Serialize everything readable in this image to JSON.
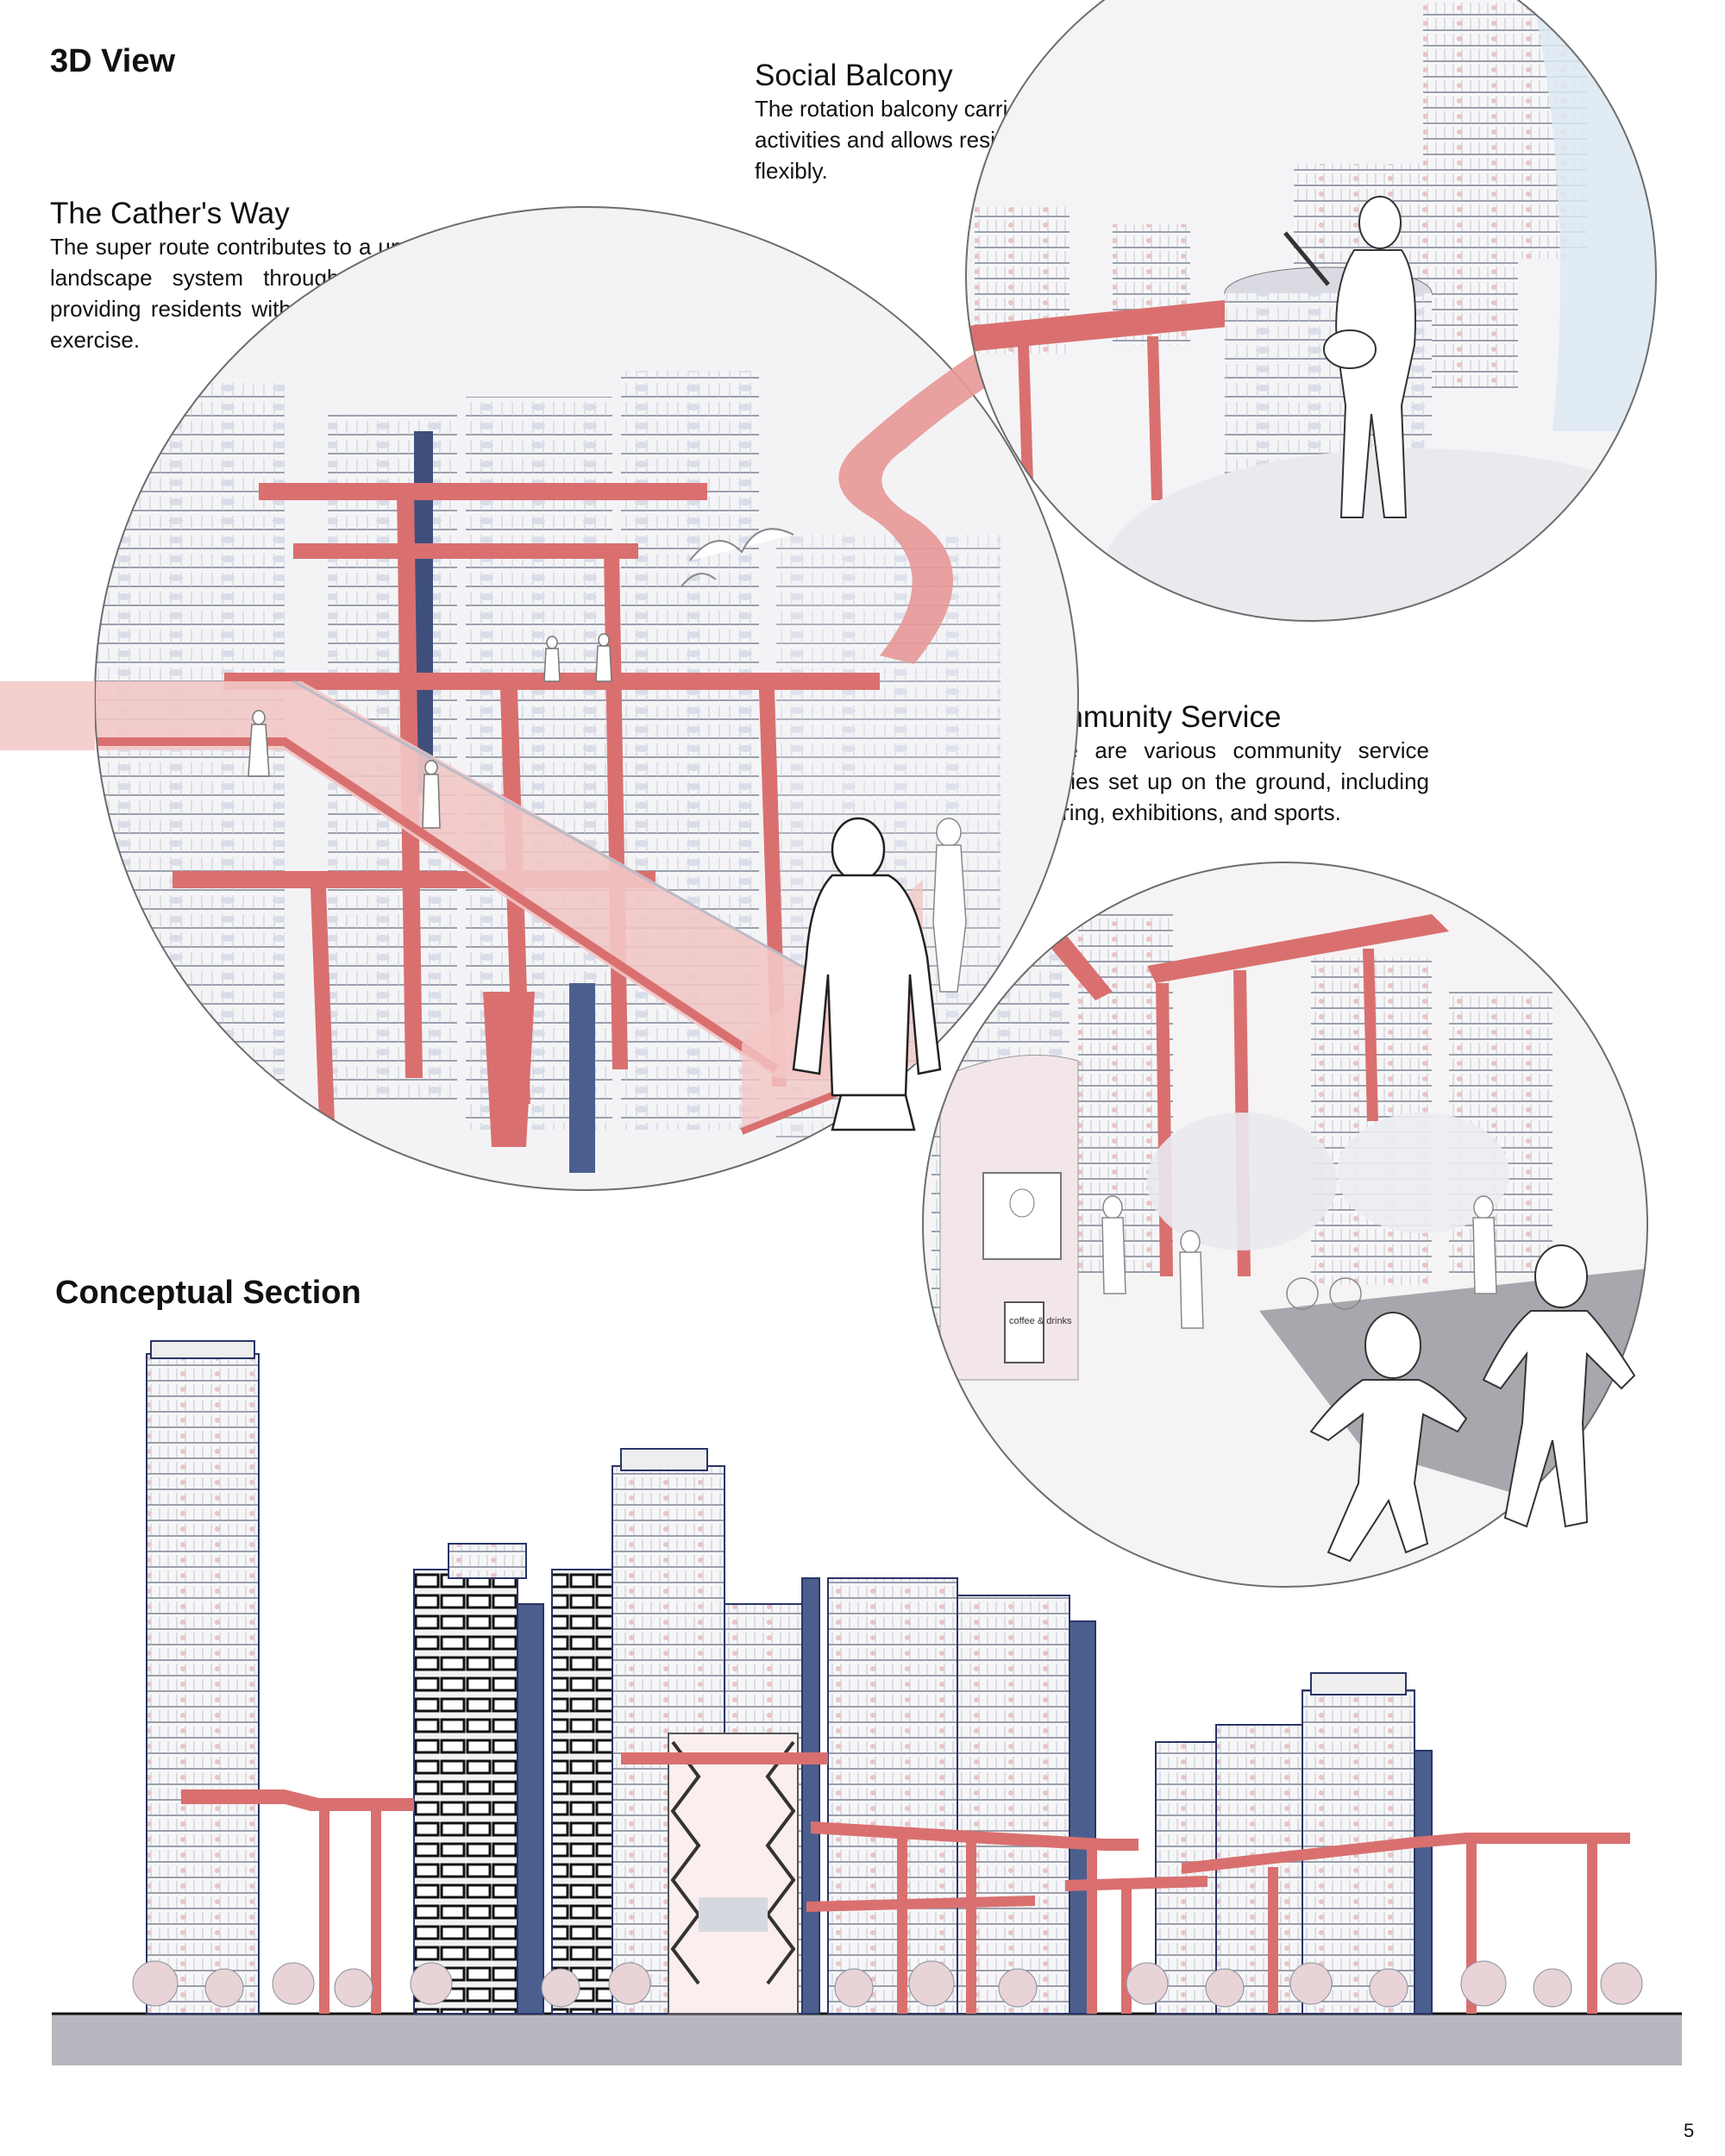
{
  "headings": {
    "view_3d": "3D View",
    "conceptual_section": "Conceptual Section"
  },
  "social_balcony": {
    "title": "Social Balcony",
    "text": "The rotation balcony carries different activities and allows residents to interact flexibly."
  },
  "cathers_way": {
    "title": "The Cather's Way",
    "text": "The super route contributes to a undulating leisure landscape system throughout the community, providing residents with a space to socialize and exercise."
  },
  "community_service": {
    "title": "Community Service",
    "text": "There are various community service facilities set up on the ground, including catering, exhibitions, and sports.",
    "sign_text": "coffee & drinks"
  },
  "page_number": "5",
  "colors": {
    "route_red": "#d9706f",
    "route_light": "#f2c7c5",
    "tower_blue": "#4b5f8f",
    "ground_gray": "#b7b8bf",
    "line_gray": "#555555"
  }
}
